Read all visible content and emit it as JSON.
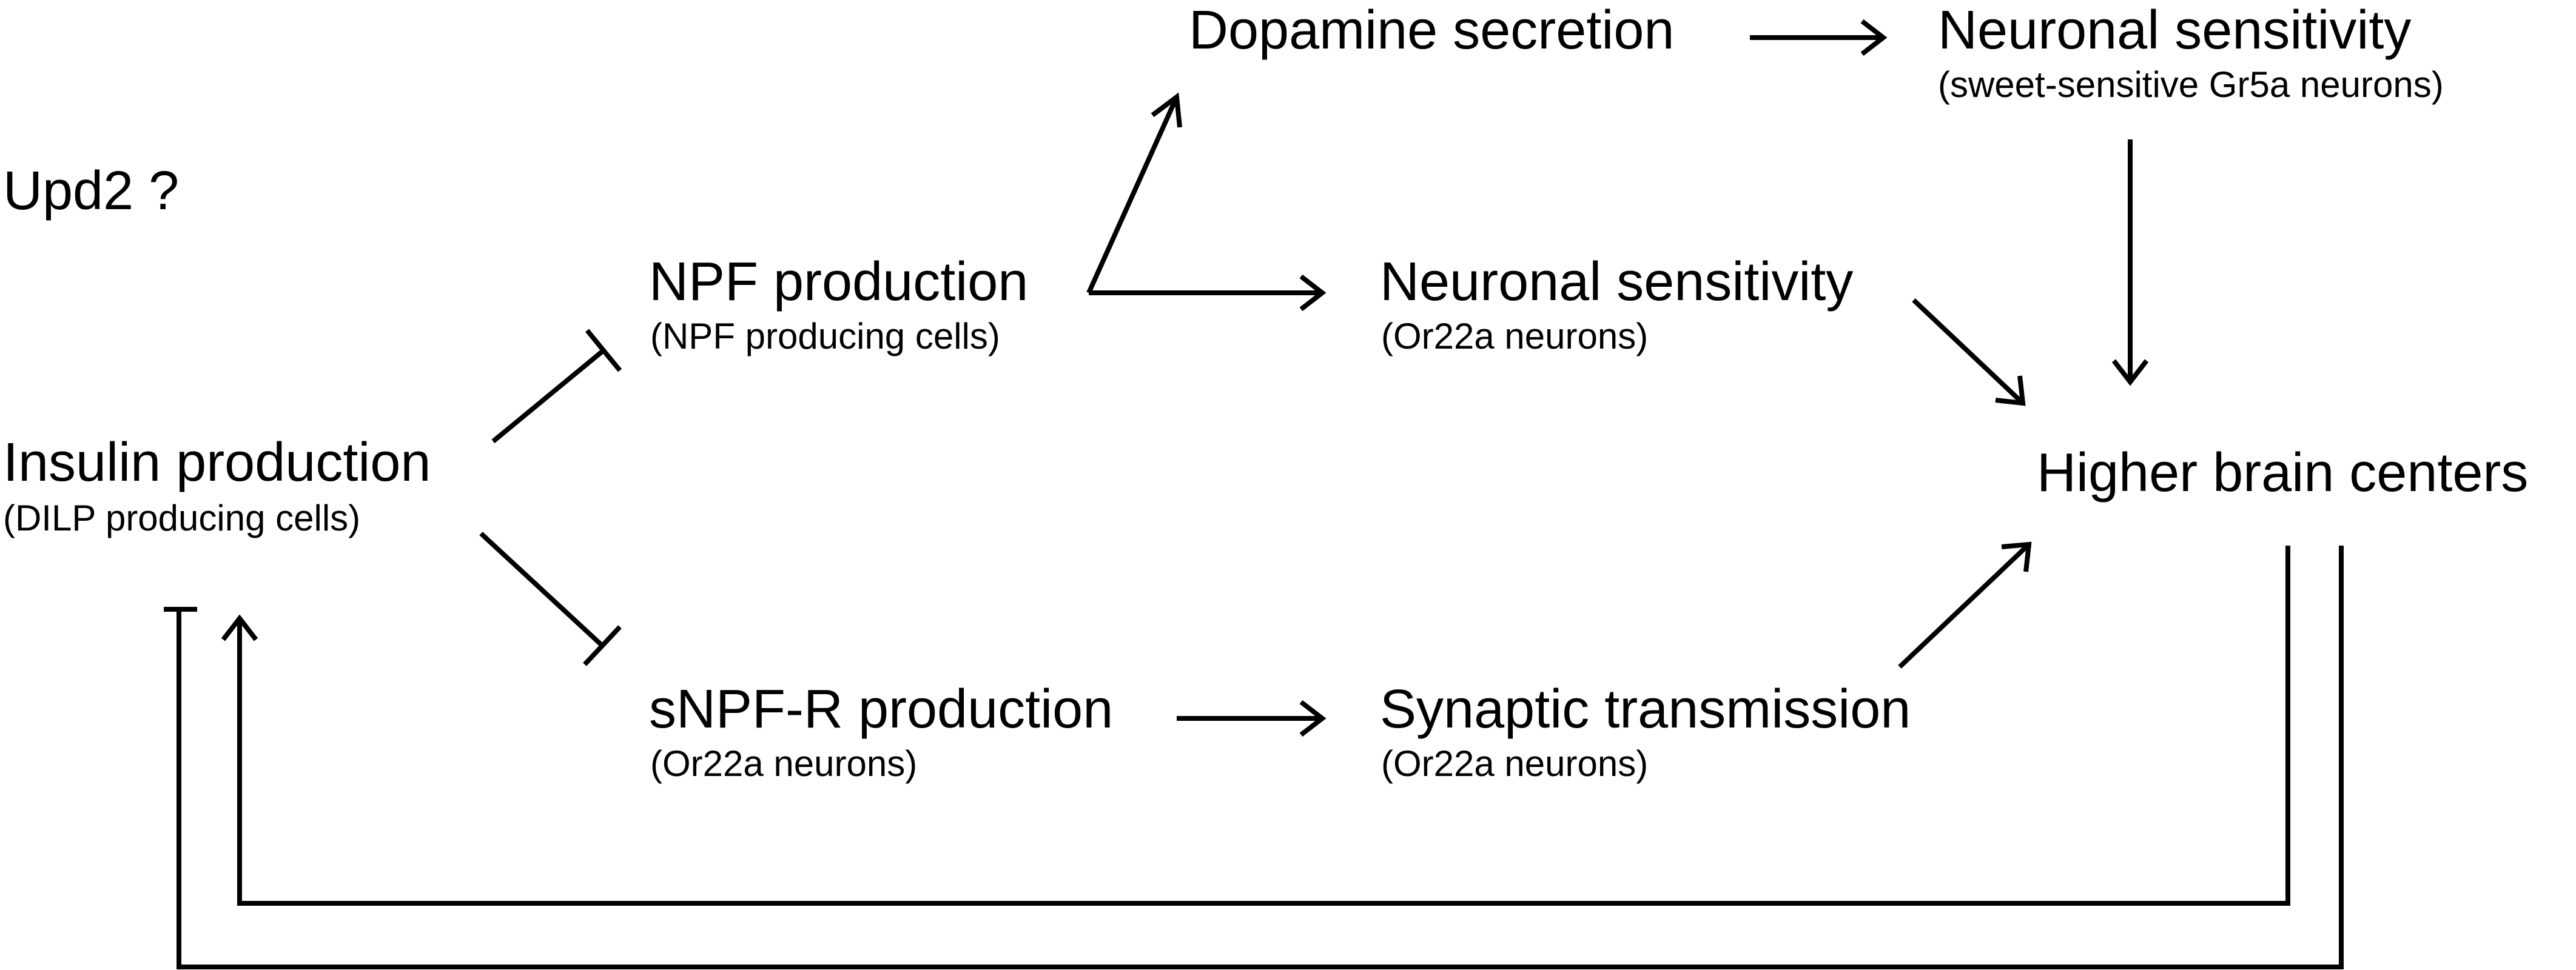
{
  "nodes": {
    "upd2": {
      "title": "Upd2 ?"
    },
    "insulin": {
      "title": "Insulin production",
      "subtitle": "(DILP producing cells)"
    },
    "npf": {
      "title": "NPF production",
      "subtitle": "(NPF producing cells)"
    },
    "snpfr": {
      "title": "sNPF-R production",
      "subtitle": "(Or22a neurons)"
    },
    "dopamine": {
      "title": "Dopamine secretion"
    },
    "sensitivity_gr5a": {
      "title": "Neuronal sensitivity",
      "subtitle": "(sweet-sensitive Gr5a neurons)"
    },
    "sensitivity_or22a": {
      "title": "Neuronal sensitivity",
      "subtitle": "(Or22a neurons)"
    },
    "synaptic": {
      "title": "Synaptic transmission",
      "subtitle": "(Or22a neurons)"
    },
    "brain": {
      "title": "Higher brain centers"
    }
  },
  "edges": [
    {
      "from": "insulin",
      "to": "npf",
      "type": "inhibition"
    },
    {
      "from": "insulin",
      "to": "snpfr",
      "type": "inhibition"
    },
    {
      "from": "npf",
      "to": "dopamine",
      "type": "activation"
    },
    {
      "from": "npf",
      "to": "sensitivity_or22a",
      "type": "activation"
    },
    {
      "from": "dopamine",
      "to": "sensitivity_gr5a",
      "type": "activation"
    },
    {
      "from": "sensitivity_gr5a",
      "to": "brain",
      "type": "activation"
    },
    {
      "from": "sensitivity_or22a",
      "to": "brain",
      "type": "activation"
    },
    {
      "from": "snpfr",
      "to": "synaptic",
      "type": "activation"
    },
    {
      "from": "synaptic",
      "to": "brain",
      "type": "activation"
    },
    {
      "from": "brain",
      "to": "insulin",
      "type": "activation"
    },
    {
      "from": "brain",
      "to": "insulin",
      "type": "inhibition"
    }
  ]
}
